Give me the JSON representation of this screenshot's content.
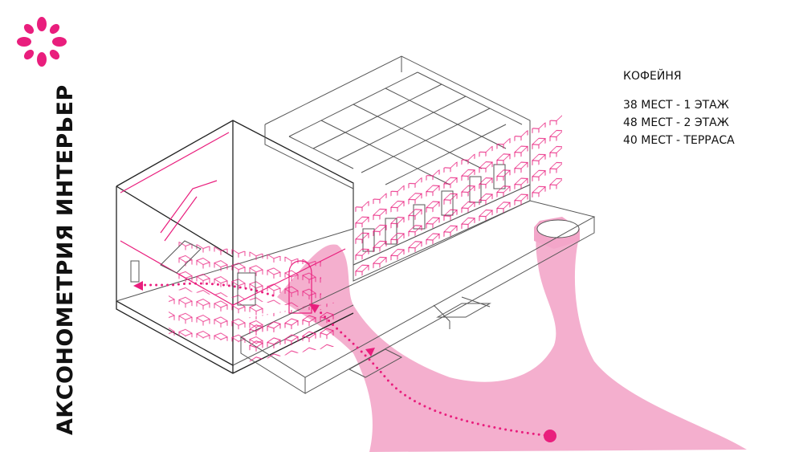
{
  "title": "АКСОНОМЕТРИЯ ИНТЕРЬЕР",
  "info": {
    "heading": "КОФЕЙНЯ",
    "lines": [
      "38 МЕСТ - 1 ЭТАЖ",
      "48 МЕСТ - 2 ЭТАЖ",
      "40 МЕСТ - ТЕРРАСА"
    ]
  },
  "colors": {
    "accent": "#e91e7d",
    "flow": "#f3a6c9",
    "line": "#555555"
  },
  "icons": {
    "logo": "pink-flower-logo-icon"
  }
}
